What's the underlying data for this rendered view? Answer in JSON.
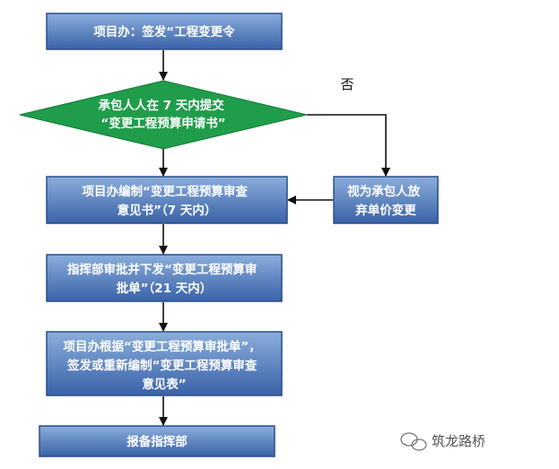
{
  "colors": {
    "box_fill_top": "#8aaedc",
    "box_fill_bottom": "#3a62a8",
    "box_stroke": "#2a4d8a",
    "diamond_fill": "#1f9d4a",
    "arrow": "#111111"
  },
  "nodes": {
    "issue": [
      "项目办：签发“工程变更令"
    ],
    "submit": [
      "承包人人在 7 天内提交",
      "“变更工程预算申请书”"
    ],
    "compile": [
      "项目办编制“变更工程预算审查",
      "意见书”（7 天内）"
    ],
    "approve": [
      "指挥部审批并下发“变更工程预算审",
      "批单”（21 天内）"
    ],
    "reissue": [
      "项目办根据“变更工程预算审批单”，",
      "签发或重新编制“变更工程预算审查",
      "意见表”"
    ],
    "report": [
      "报备指挥部"
    ],
    "waive": [
      "视为承包人放",
      "弃单价变更"
    ]
  },
  "edge_labels": {
    "no": "否"
  },
  "watermark": {
    "text": "筑龙路桥",
    "icon": "wechat-icon"
  }
}
